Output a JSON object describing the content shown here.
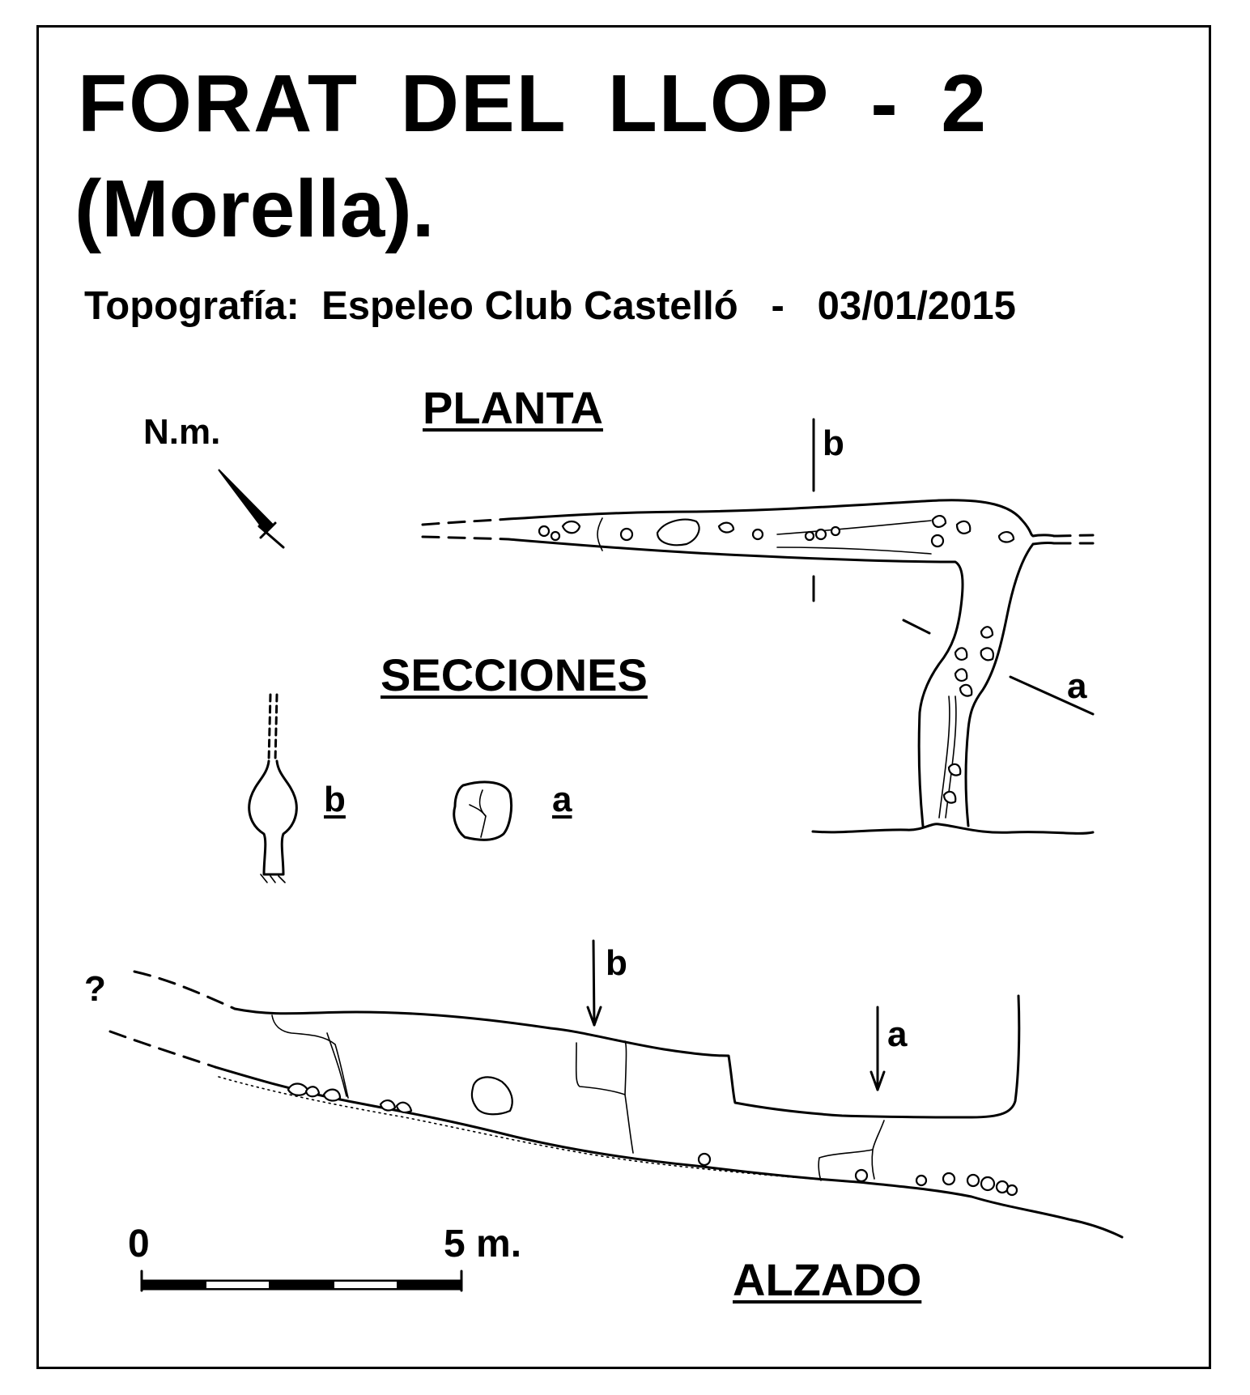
{
  "title": {
    "line1": "FORAT  DEL  LLOP - 2",
    "line2": "(Morella)."
  },
  "credit": "Topografía:  Espeleo Club Castelló   -   03/01/2015",
  "views": {
    "plan": "PLANTA",
    "sections": "SECCIONES",
    "elevation": "ALZADO"
  },
  "north": {
    "label": "N.m."
  },
  "section_markers": {
    "plan_b": "b",
    "plan_a": "a",
    "sections_b": "b",
    "sections_a": "a",
    "elevation_b": "b",
    "elevation_a": "a"
  },
  "elevation_unknown": "?",
  "scale": {
    "start": "0",
    "end": "5 m.",
    "segments": 5
  }
}
